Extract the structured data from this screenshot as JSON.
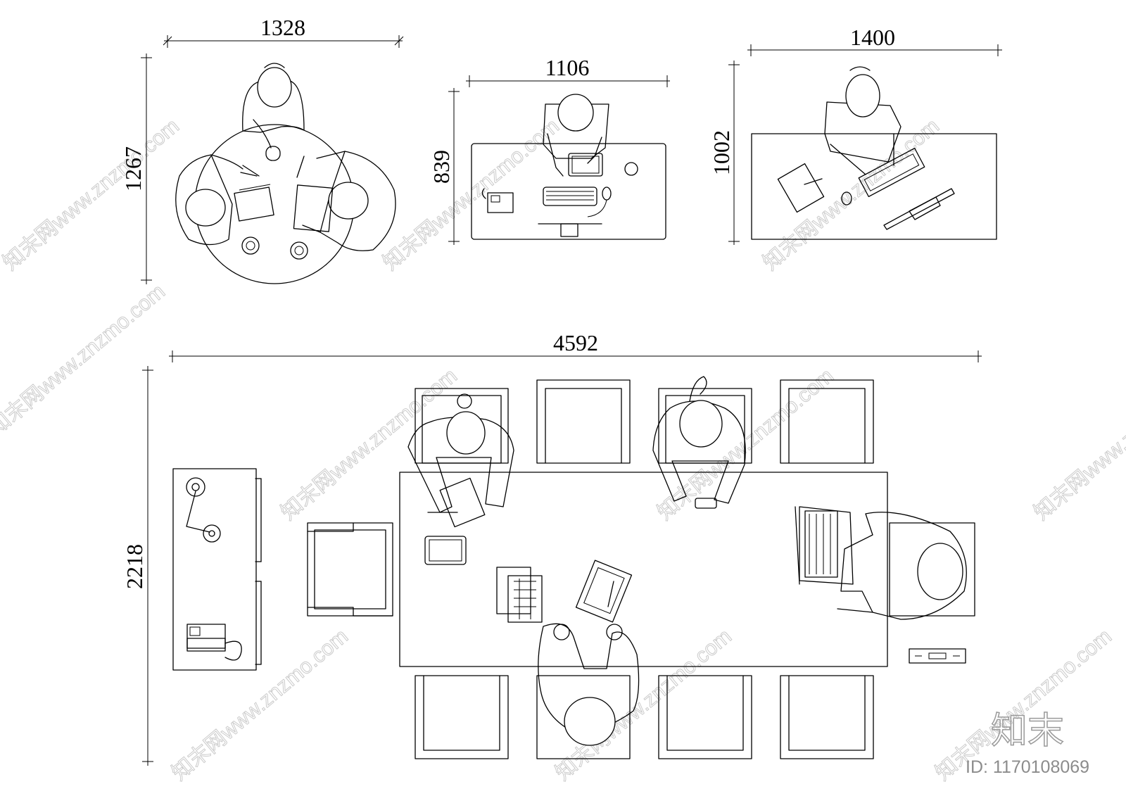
{
  "dimensions": {
    "round_table_width": "1328",
    "round_table_height": "1267",
    "desk_a_width": "1106",
    "desk_a_height": "839",
    "desk_b_width": "1400",
    "desk_b_height": "1002",
    "conference_width": "4592",
    "conference_height": "2218"
  },
  "watermark": {
    "text": "知末网www.znzmo.com",
    "logo": "知末",
    "image_id": "ID: 1170108069"
  },
  "icons": [
    "person-icon",
    "keyboard-icon",
    "monitor-icon",
    "telephone-icon",
    "laptop-icon",
    "notebook-icon",
    "tablet-icon",
    "clipboard-icon",
    "coffee-cup-icon",
    "briefcase-icon",
    "lamp-icon",
    "chair-icon",
    "mouse-icon"
  ],
  "colors": {
    "line": "#000000",
    "background": "#ffffff",
    "watermark": "#b9b9b9"
  }
}
